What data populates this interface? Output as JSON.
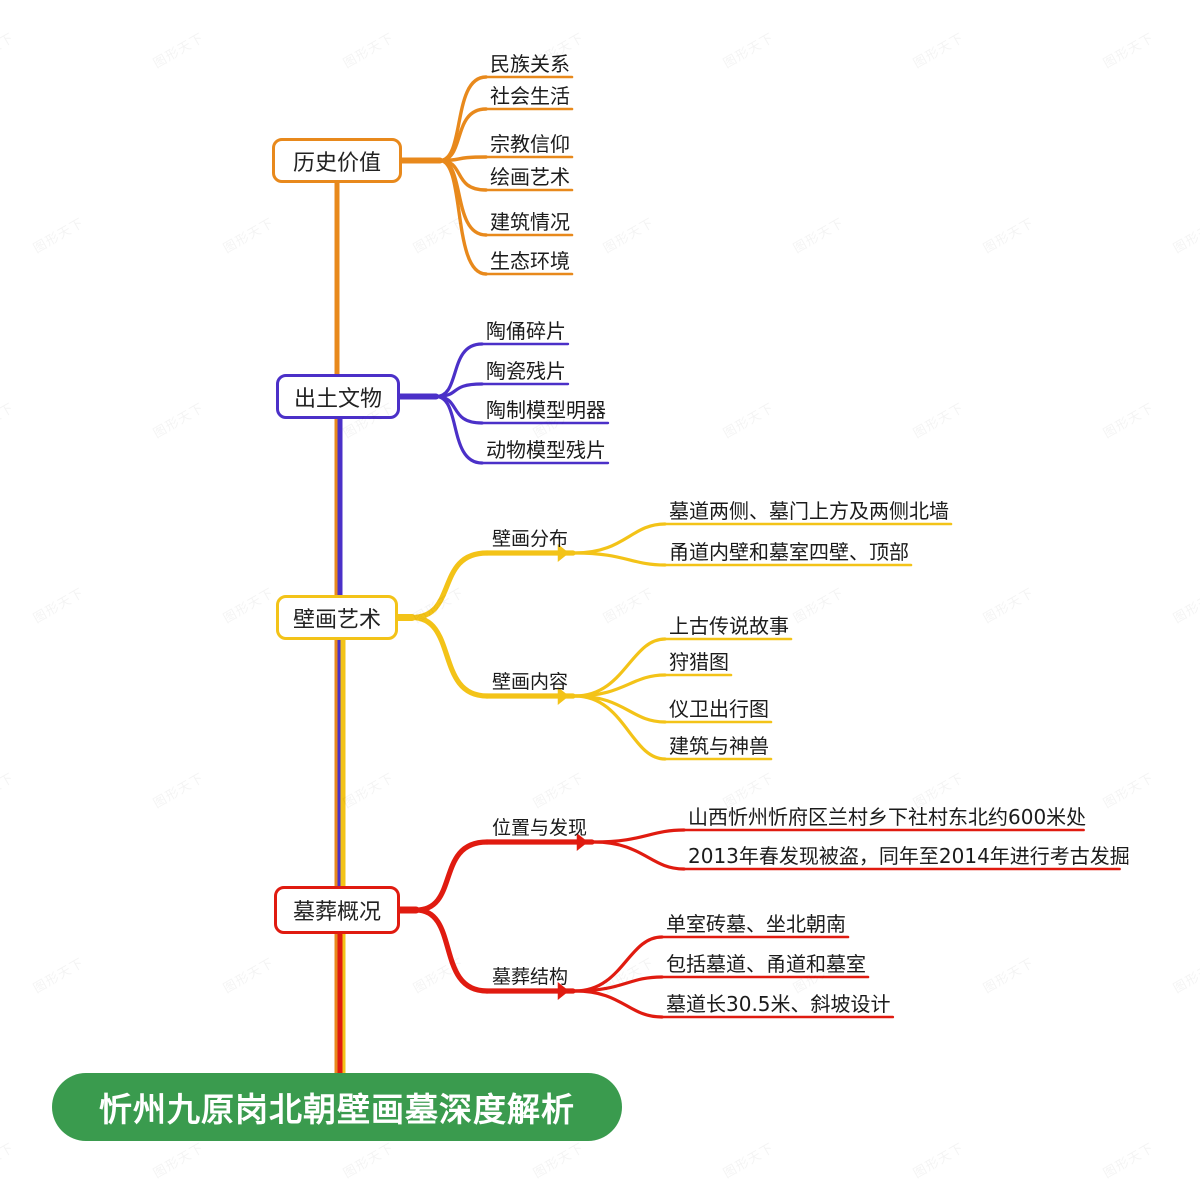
{
  "diagram": {
    "type": "mindmap",
    "orientation": "vertical-trunk-right-branches",
    "background": "#ffffff",
    "watermark_text": "图形天下"
  },
  "root": {
    "label": "忻州九原岗北朝壁画墓深度解析",
    "fill": "#3a9b4e",
    "text_color": "#ffffff"
  },
  "colors": {
    "orange": "#E8891C",
    "purple": "#4B30C8",
    "yellow": "#F3C318",
    "red": "#E01B10",
    "green": "#3a9b4e"
  },
  "branches": [
    {
      "label": "历史价值",
      "color": "#E8891C",
      "leaves": [
        "民族关系",
        "社会生活",
        "宗教信仰",
        "绘画艺术",
        "建筑情况",
        "生态环境"
      ]
    },
    {
      "label": "出土文物",
      "color": "#4B30C8",
      "leaves": [
        "陶俑碎片",
        "陶瓷残片",
        "陶制模型明器",
        "动物模型残片"
      ]
    },
    {
      "label": "壁画艺术",
      "color": "#F3C318",
      "subbranches": [
        {
          "label": "壁画分布",
          "leaves": [
            "墓道两侧、墓门上方及两侧北墙",
            "甬道内壁和墓室四壁、顶部"
          ]
        },
        {
          "label": "壁画内容",
          "leaves": [
            "上古传说故事",
            "狩猎图",
            "仪卫出行图",
            "建筑与神兽"
          ]
        }
      ]
    },
    {
      "label": "墓葬概况",
      "color": "#E01B10",
      "subbranches": [
        {
          "label": "位置与发现",
          "leaves": [
            "山西忻州忻府区兰村乡下社村东北约600米处",
            "2013年春发现被盗，同年至2014年进行考古发掘"
          ]
        },
        {
          "label": "墓葬结构",
          "leaves": [
            "单室砖墓、坐北朝南",
            "包括墓道、甬道和墓室",
            "墓道长30.5米、斜坡设计"
          ]
        }
      ]
    }
  ]
}
